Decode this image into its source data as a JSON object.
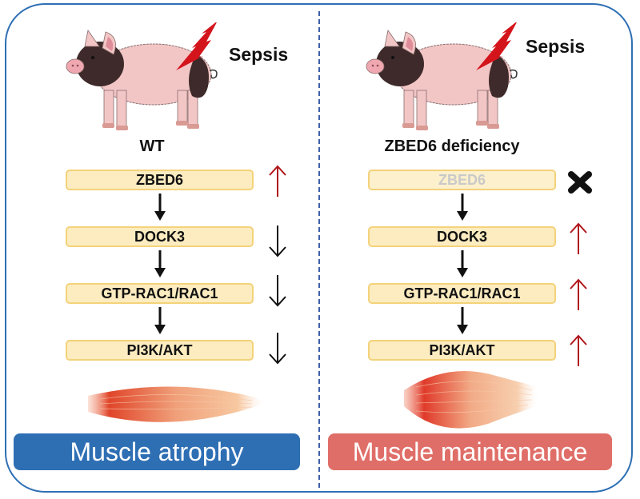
{
  "colors": {
    "frame": "#2e6fb4",
    "node_fill": "#fcecc0",
    "node_border": "#f3d27a",
    "up_arrow": "#b0161b",
    "down_arrow": "#111111",
    "atrophy_badge": "#2e6fb4",
    "maintenance_badge": "#e06e68",
    "lightning": "#d4141b"
  },
  "left": {
    "stimulus": "Sepsis",
    "genotype": "WT",
    "pathway": [
      {
        "label": "ZBED6",
        "change": "up",
        "change_icon": "arrow-up-icon"
      },
      {
        "label": "DOCK3",
        "change": "down",
        "change_icon": "arrow-down-icon"
      },
      {
        "label": "GTP-RAC1/RAC1",
        "change": "down",
        "change_icon": "arrow-down-icon"
      },
      {
        "label": "PI3K/AKT",
        "change": "down",
        "change_icon": "arrow-down-icon"
      }
    ],
    "muscle_state": "thin",
    "outcome": "Muscle atrophy"
  },
  "right": {
    "stimulus": "Sepsis",
    "genotype": "ZBED6 deficiency",
    "pathway": [
      {
        "label": "ZBED6",
        "change": "absent",
        "change_icon": "cross-icon"
      },
      {
        "label": "DOCK3",
        "change": "up",
        "change_icon": "arrow-up-icon"
      },
      {
        "label": "GTP-RAC1/RAC1",
        "change": "up",
        "change_icon": "arrow-up-icon"
      },
      {
        "label": "PI3K/AKT",
        "change": "up",
        "change_icon": "arrow-up-icon"
      }
    ],
    "muscle_state": "thick",
    "outcome": "Muscle maintenance"
  }
}
